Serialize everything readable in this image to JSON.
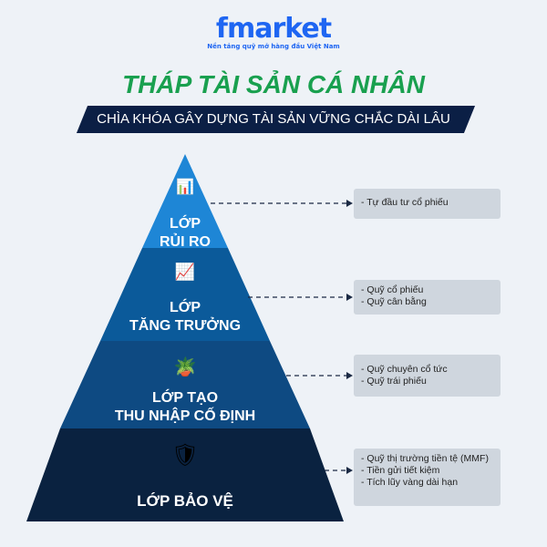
{
  "brand": {
    "logo": "fmarket",
    "tagline": "Nền tảng quỹ mở hàng đầu Việt Nam"
  },
  "title": "THÁP TÀI SẢN CÁ NHÂN",
  "subtitle": "CHÌA KHÓA GÂY DỰNG TÀI SẢN VỮNG CHẮC DÀI LÂU",
  "layers": [
    {
      "line1": "LỚP",
      "line2": "RỦI RO",
      "icon": "candlestick-chart-icon",
      "color": "#1e86d6",
      "items": [
        "- Tự đầu tư cổ phiếu"
      ]
    },
    {
      "line1": "LỚP",
      "line2": "TĂNG TRƯỞNG",
      "icon": "growth-arrow-icon",
      "color": "#0b5a9a",
      "items": [
        "- Quỹ cổ phiếu",
        "- Quỹ cân bằng"
      ]
    },
    {
      "line1": "LỚP TẠO",
      "line2": "THU NHẬP CỐ ĐỊNH",
      "icon": "money-plant-icon",
      "color": "#0e4a82",
      "items": [
        "- Quỹ chuyên cổ tức",
        "- Quỹ trái phiếu"
      ]
    },
    {
      "line1": "LỚP BẢO VỆ",
      "line2": "",
      "icon": "shield-coin-icon",
      "color": "#0a2240",
      "items": [
        "- Quỹ thị trường tiền tệ (MMF)",
        "- Tiền gửi tiết kiệm",
        "- Tích lũy vàng dài hạn"
      ]
    }
  ]
}
